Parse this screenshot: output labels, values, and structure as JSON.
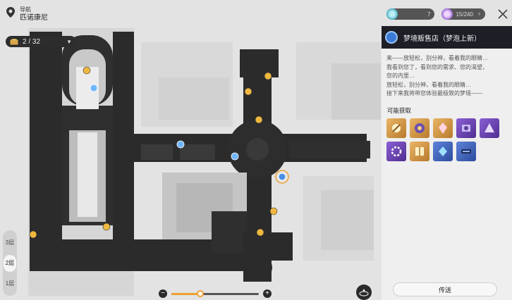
{
  "nav": {
    "label": "导航",
    "area": "匹诺康尼"
  },
  "chest_counter": {
    "value": "2 / 32"
  },
  "floors": [
    {
      "label": "3层",
      "active": false
    },
    {
      "label": "2层",
      "active": true
    },
    {
      "label": "1层",
      "active": false
    }
  ],
  "resources": {
    "stamina": "7",
    "reserve": "15/240",
    "plus": "+"
  },
  "zoom": {
    "minus": "−",
    "plus": "+",
    "level": 0.33
  },
  "panel": {
    "title": "梦境贩售店（梦泡上新）",
    "description": [
      "来——放轻松，别分神，看着我的眼睛…",
      "我看到您了，看到您的需求、您的渴望，",
      "您的内里…",
      "放轻松，别分神，看着我的眼睛…",
      "接下来我将带您体验最极致的梦境——"
    ],
    "obtain_label": "可能获取",
    "rewards": [
      {
        "icon": "golden-relic-icon",
        "tier": "gold"
      },
      {
        "icon": "orb-relic-icon",
        "tier": "gold"
      },
      {
        "icon": "crystal-relic-icon",
        "tier": "gold"
      },
      {
        "icon": "machine-relic-icon",
        "tier": "purple"
      },
      {
        "icon": "mech-relic-icon",
        "tier": "purple"
      },
      {
        "icon": "gear-relic-icon",
        "tier": "purple"
      },
      {
        "icon": "book-relic-icon",
        "tier": "gold"
      },
      {
        "icon": "blue-crystal-icon",
        "tier": "blue"
      },
      {
        "icon": "disk-relic-icon",
        "tier": "blue"
      }
    ],
    "teleport_label": "传送"
  },
  "colors": {
    "accent_orange": "#f0a030",
    "panel_dark": "#1e1f26",
    "map_floor": "#2b2b2b"
  }
}
